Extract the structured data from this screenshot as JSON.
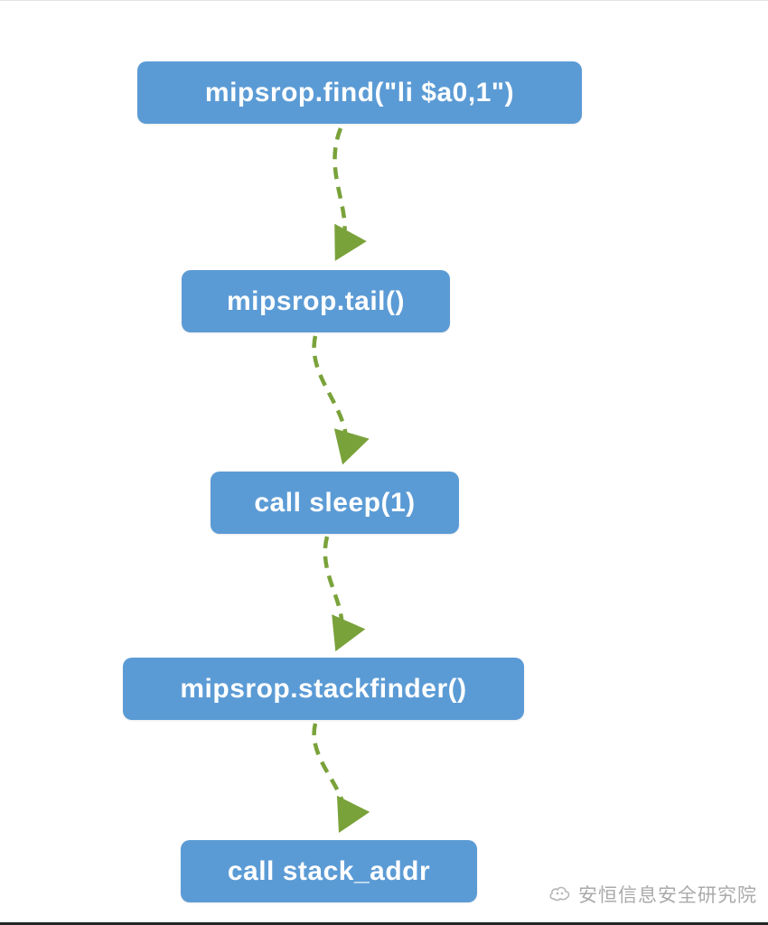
{
  "diagram": {
    "type": "flowchart",
    "node_color": "#5b9bd5",
    "node_text_color": "#ffffff",
    "edge_color": "#7aa23a",
    "edge_style": "dashed",
    "nodes": [
      {
        "id": "find",
        "label": "mipsrop.find(\"li $a0,1\")"
      },
      {
        "id": "tail",
        "label": "mipsrop.tail()"
      },
      {
        "id": "sleep",
        "label": "call sleep(1)"
      },
      {
        "id": "stackfinder",
        "label": "mipsrop.stackfinder()"
      },
      {
        "id": "stack_addr",
        "label": "call stack_addr"
      }
    ],
    "edges": [
      {
        "from": "find",
        "to": "tail"
      },
      {
        "from": "tail",
        "to": "sleep"
      },
      {
        "from": "sleep",
        "to": "stackfinder"
      },
      {
        "from": "stackfinder",
        "to": "stack_addr"
      }
    ]
  },
  "watermark": {
    "text": "安恒信息安全研究院"
  }
}
